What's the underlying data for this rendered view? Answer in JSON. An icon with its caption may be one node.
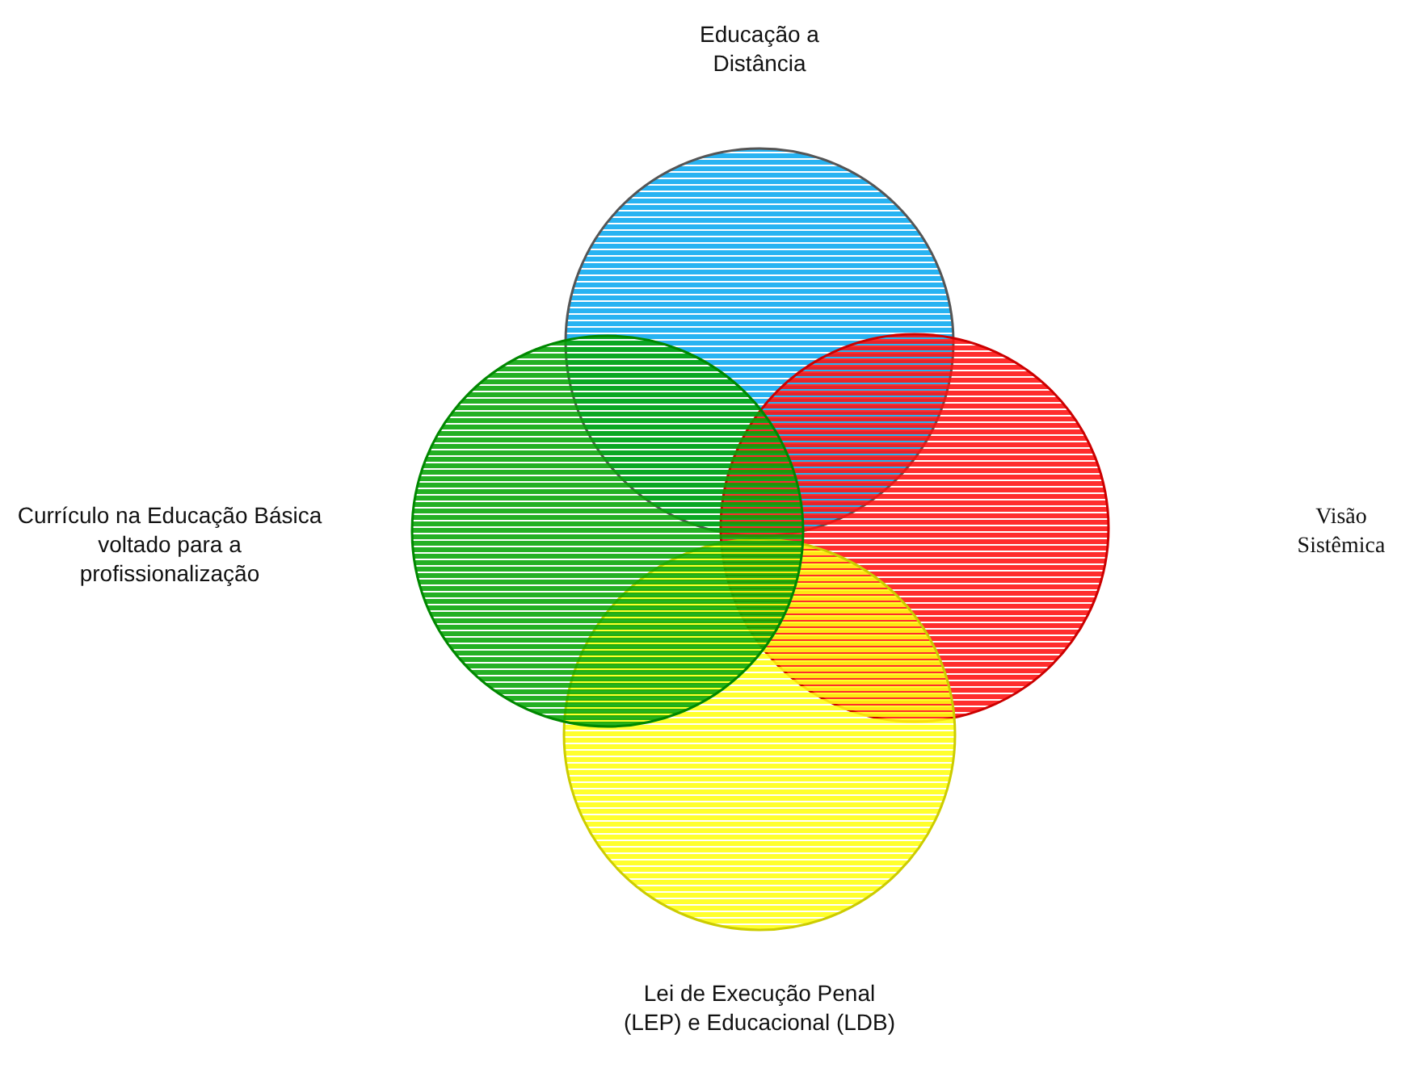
{
  "diagram": {
    "nodes": [
      {
        "text": [],
        "shape": "circle"
      },
      {
        "text": [],
        "shape": "circle"
      },
      {
        "text": [],
        "shape": "circle"
      },
      {
        "text": [],
        "shape": "circle"
      }
    ],
    "labels": [
      "Educação a Distância",
      "Currículo na Educação Básica voltado para a profissionalização",
      "Visão Sistêmica",
      "Lei de Execução Penal (LEP) e Educacional (LDB)"
    ]
  }
}
